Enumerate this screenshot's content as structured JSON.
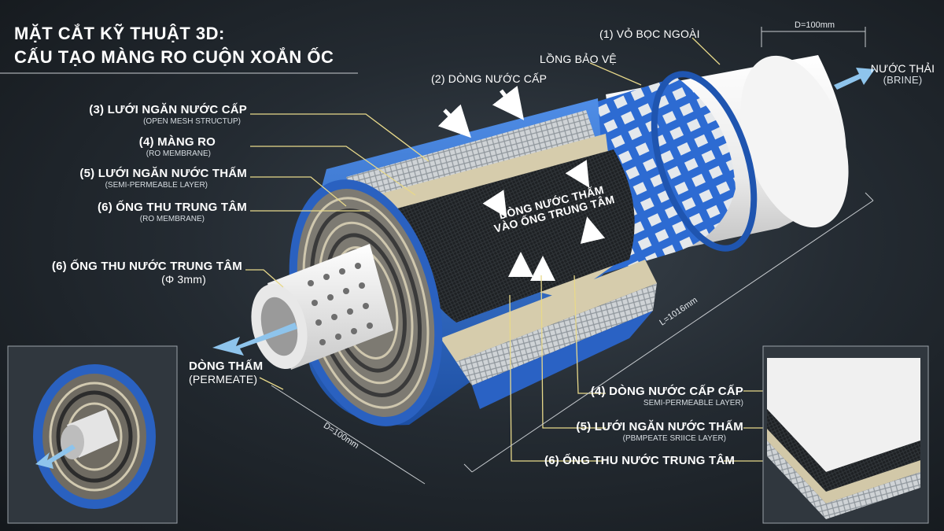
{
  "title": {
    "line1": "MẶT CẮT KỸ THUẬT 3D:",
    "line2": "CẤU TẠO MÀNG RO CUỘN XOẮN ỐC"
  },
  "labels": {
    "outer_shell": "(1) VỎ BỌC NGOÀI",
    "protective_cage": "LỒNG BẢO VỆ",
    "feed_flow": "(2) DÒNG NƯỚC CẤP",
    "brine_main": "NƯỚC THẢI",
    "brine_sub": "(BRINE)",
    "feed_mesh_main": "(3) LƯỚI NGĂN NƯỚC CẤP",
    "feed_mesh_sub": "(OPEN MESH STRUCTUP)",
    "ro_membrane_main": "(4) MÀNG RO",
    "ro_membrane_sub": "(RO MEMBRANE)",
    "permeate_mesh_main": "(5) LƯỚI NGĂN NƯỚC THẤM",
    "permeate_mesh_sub": "(SEMI-PERMEABLE LAYER)",
    "center_tube_main": "(6) ỐNG THU TRUNG TÂM",
    "center_tube_sub": "(RO MEMBRANE)",
    "collector_tube_main": "(6) ỐNG THU NƯỚC TRUNG TÂM",
    "collector_tube_sub": "(Φ 3mm)",
    "permeate_flow_line1": "DÒNG NƯỚC THẤM",
    "permeate_flow_line2": "VÀO ỐNG TRUNG TÂM",
    "permeate_out_main": "DÒNG THẤM",
    "permeate_out_sub": "(PERMEATE)",
    "inset_feed_main": "(4) DÒNG NƯỚC CẤP CẤP",
    "inset_feed_sub": "SEMI-PERMEABLE LAYER)",
    "inset_mesh_main": "(5) LƯỚI NGĂN NƯỚC THẤM",
    "inset_mesh_sub": "(PBMPEATE SRIICE LAYER)",
    "inset_tube_main": "(6) ỐNG THU NƯỚC TRUNG TÂM"
  },
  "dimensions": {
    "top_diameter": "D=100mm",
    "length": "L=1016mm",
    "bottom_diameter": "D=100mm"
  },
  "colors": {
    "blue_layer": "#2f6fd0",
    "membrane_black": "#1a1c1e",
    "beige_layer": "#d9cfb0",
    "shell_white": "#f2f2f2",
    "arrow_light_blue": "#8ec4ec"
  }
}
